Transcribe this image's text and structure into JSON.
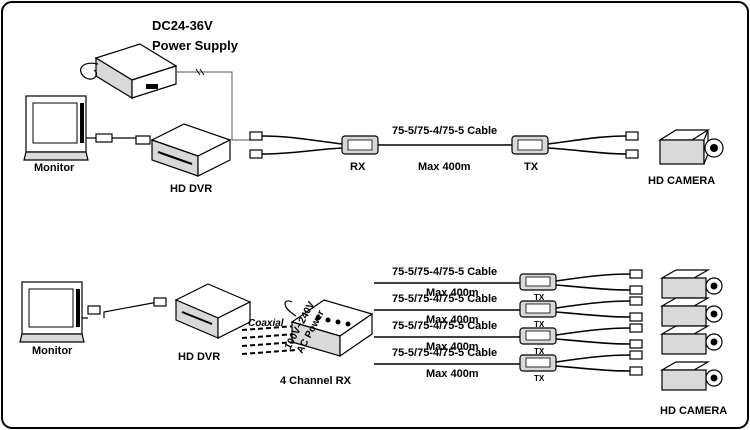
{
  "top": {
    "power_supply_title": "DC24-36V",
    "power_supply_subtitle": "Power Supply",
    "monitor_label": "Monitor",
    "dvr_label": "HD DVR",
    "cable_label": "75-5/75-4/75-5 Cable",
    "rx_label": "RX",
    "distance_label": "Max 400m",
    "tx_label": "TX",
    "camera_label": "HD CAMERA"
  },
  "bottom": {
    "monitor_label": "Monitor",
    "dvr_label": "HD DVR",
    "coaxial_label": "Coaxial",
    "ac_power_line1": "100V~240V",
    "ac_power_line2": "AC Power",
    "rx_label": "4 Channel RX",
    "camera_label": "HD CAMERA",
    "channels": [
      {
        "cable_label": "75-5/75-4/75-5 Cable",
        "distance_label": "Max 400m",
        "tx_label": "TX"
      },
      {
        "cable_label": "75-5/75-4/75-5 Cable",
        "distance_label": "Max 400m",
        "tx_label": "TX"
      },
      {
        "cable_label": "75-5/75-4/75-5 Cable",
        "distance_label": "Max 400m",
        "tx_label": "TX"
      },
      {
        "cable_label": "75-5/75-4/75-5 Cable",
        "distance_label": "Max 400m",
        "tx_label": "TX"
      }
    ]
  }
}
